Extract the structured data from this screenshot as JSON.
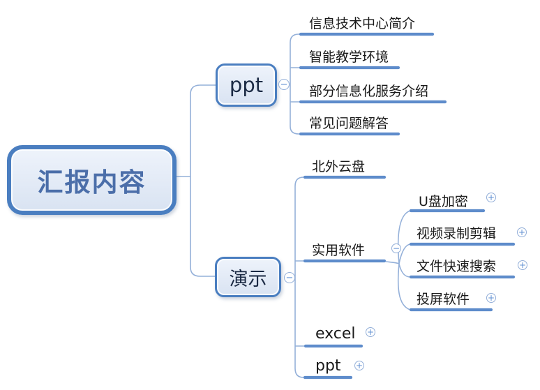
{
  "colors": {
    "node_border": "#4a7ec0",
    "node_fill_top": "#eef3fb",
    "node_fill_bottom": "#d9e3f2",
    "root_text": "#4b6ea9",
    "node_text": "#1b2a44",
    "leaf_text": "#1a1a1a",
    "connector_line": "#94b0d9",
    "underline_bar": "#5e8ccb",
    "toggle_border": "#92aed8",
    "toggle_glyph": "#5f8fd2"
  },
  "icons": {
    "collapse": "−",
    "expand": "+"
  },
  "root": {
    "label": "汇报内容"
  },
  "branches": [
    {
      "label": "ppt",
      "toggle": "collapse",
      "children": [
        {
          "label": "信息技术中心简介"
        },
        {
          "label": "智能教学环境"
        },
        {
          "label": "部分信息化服务介绍"
        },
        {
          "label": "常见问题解答"
        }
      ]
    },
    {
      "label": "演示",
      "toggle": "collapse",
      "children": [
        {
          "label": "北外云盘"
        },
        {
          "label": "实用软件",
          "toggle": "collapse",
          "children": [
            {
              "label": "U盘加密",
              "toggle": "expand"
            },
            {
              "label": "视频录制剪辑",
              "toggle": "expand"
            },
            {
              "label": "文件快速搜索",
              "toggle": "expand"
            },
            {
              "label": "投屏软件",
              "toggle": "expand"
            }
          ]
        },
        {
          "label": "excel",
          "toggle": "expand"
        },
        {
          "label": "ppt",
          "toggle": "expand"
        }
      ]
    }
  ]
}
